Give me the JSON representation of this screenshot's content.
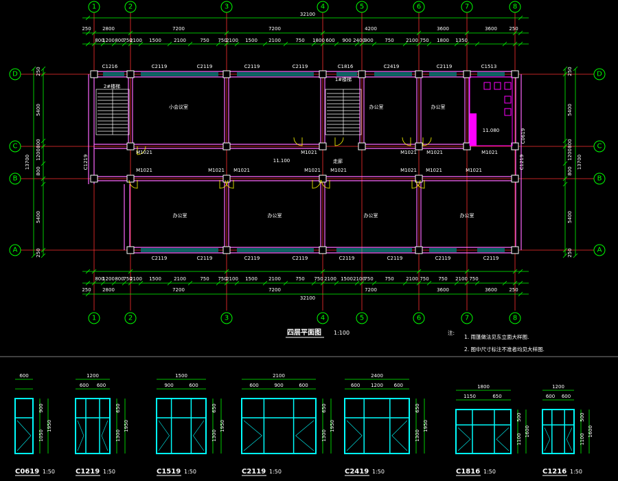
{
  "colors": {
    "background": "#000000",
    "dimension": "#00ff00",
    "axis": "#ff3030",
    "wall": "#ff66ff",
    "window": "#00ffff",
    "column": "#ffffff",
    "text": "#ffffff",
    "magenta": "#ff00ff"
  },
  "axes_top": [
    "1",
    "2",
    "3",
    "4",
    "5",
    "6",
    "7",
    "8"
  ],
  "axes_side": [
    "D",
    "C",
    "B",
    "A"
  ],
  "dims": {
    "overall": "32100",
    "top_bays": [
      "250",
      "2800",
      "7200",
      "7200",
      "4200",
      "3600",
      "3600",
      "250"
    ],
    "top_details": [
      "800",
      "1200",
      "800",
      "750",
      "2100",
      "1500",
      "2100",
      "750",
      "750",
      "2100",
      "1500",
      "2100",
      "750",
      "1800",
      "600",
      "900",
      "2400",
      "900",
      "750",
      "2100",
      "750",
      "1800",
      "1350"
    ],
    "bottom_bays": [
      "250",
      "2800",
      "7200",
      "7200",
      "7200",
      "3600",
      "3600",
      "250"
    ],
    "bottom_details": [
      "800",
      "1200",
      "800",
      "750",
      "2100",
      "1500",
      "2100",
      "750",
      "750",
      "2100",
      "1500",
      "2100",
      "750",
      "750",
      "2100",
      "1500",
      "2100",
      "750",
      "750",
      "2100",
      "750",
      "750",
      "2100",
      "750"
    ],
    "side": [
      "250",
      "5400",
      "800",
      "1200",
      "800",
      "5400",
      "250"
    ],
    "side_total": "13700"
  },
  "plan_labels": {
    "windows_top": [
      "C1216",
      "C2119",
      "C2119",
      "C2119",
      "C2119",
      "C1816",
      "C2419",
      "C2119",
      "C1513"
    ],
    "windows_bottom": [
      "C2119",
      "C2119",
      "C2119",
      "C2119",
      "C2119",
      "C2119",
      "C2119",
      "C2119"
    ],
    "doors": [
      "M1021",
      "M1021",
      "M1021",
      "M1021",
      "M1021",
      "M1021",
      "M1021",
      "M1021",
      "M1021",
      "M1021",
      "M1021",
      "M1021",
      "M1021"
    ],
    "rooms": [
      "小会议室",
      "办公室",
      "办公室",
      "办公室",
      "办公室",
      "办公室",
      "办公室"
    ],
    "stair1": "2#楼梯",
    "stair2": "1#楼梯",
    "corridor": "走廊",
    "elev1": "11.100",
    "elev2": "11.080",
    "c0619_side": "C0619",
    "c1219_side": "C1219",
    "c2419_side": "C2419"
  },
  "title": "四层平面图",
  "title_scale": "1:100",
  "notes_label": "注:",
  "notes": [
    "1. 雨篷做法见东立面大样图.",
    "2. 图中尺寸标注不准者均见大样图."
  ],
  "window_details": [
    {
      "name": "C0619",
      "scale": "1:50",
      "widths": [
        "600"
      ],
      "heights": [
        "900",
        "1050",
        "1950"
      ]
    },
    {
      "name": "C1219",
      "scale": "1:50",
      "widths": [
        "1200",
        "600",
        "600"
      ],
      "heights": [
        "650",
        "1300",
        "1950"
      ]
    },
    {
      "name": "C1519",
      "scale": "1:50",
      "widths": [
        "1500",
        "900",
        "600"
      ],
      "heights": [
        "650",
        "1300",
        "1950"
      ]
    },
    {
      "name": "C2119",
      "scale": "1:50",
      "widths": [
        "2100",
        "600",
        "900",
        "600"
      ],
      "heights": [
        "650",
        "1300",
        "1950"
      ]
    },
    {
      "name": "C2419",
      "scale": "1:50",
      "widths": [
        "2400",
        "600",
        "1200",
        "600"
      ],
      "heights": [
        "650",
        "1300",
        "1950"
      ]
    },
    {
      "name": "C1816",
      "scale": "1:50",
      "widths": [
        "1800",
        "1150",
        "650"
      ],
      "heights": [
        "500",
        "1100",
        "1600"
      ]
    },
    {
      "name": "C1216",
      "scale": "1:50",
      "widths": [
        "1200",
        "600",
        "600"
      ],
      "heights": [
        "500",
        "1100",
        "1600"
      ]
    }
  ]
}
